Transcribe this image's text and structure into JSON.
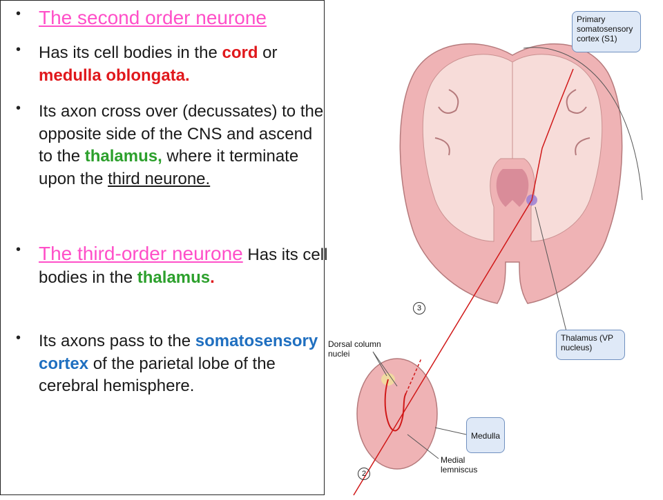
{
  "slide": {
    "b1_heading": "The second order neurone",
    "b2_t1": "Has its cell bodies in the ",
    "b2_cord": "cord",
    "b2_t2": " or ",
    "b2_medulla": "medulla oblongata",
    "b2_end": ".",
    "b3_t1": "Its axon cross over (decussates) to the opposite side of the CNS and ascend to the ",
    "b3_thalamus": "thalamus",
    "b3_comma": ",",
    "b3_t2": " where it terminate upon the ",
    "b3_third": "third neurone.",
    "b4_heading": "The third-order neurone",
    "b4_t1": " Has its cell bodies in the ",
    "b4_thalamus": "thalamus",
    "b4_end": ".",
    "b5_t1": "Its axons pass to the ",
    "b5_soma": "somatosensory cortex",
    "b5_t2": " of the parietal lobe of the cerebral hemisphere."
  },
  "diagram": {
    "callout_primary": "Primary somatosensory cortex (S1)",
    "callout_thalamus": "Thalamus (VP nucleus)",
    "callout_medulla": "Medulla",
    "label_dorsal": "Dorsal column nuclei",
    "label_medial": "Medial lemniscus",
    "num3": "3",
    "num2": "2"
  },
  "colors": {
    "heading_pink": "#ff4fc8",
    "red": "#e0181c",
    "green": "#2ca02c",
    "blue": "#1f6fc0",
    "brain_pink": "#efb3b5",
    "callout_fill": "#dfe9f7"
  }
}
